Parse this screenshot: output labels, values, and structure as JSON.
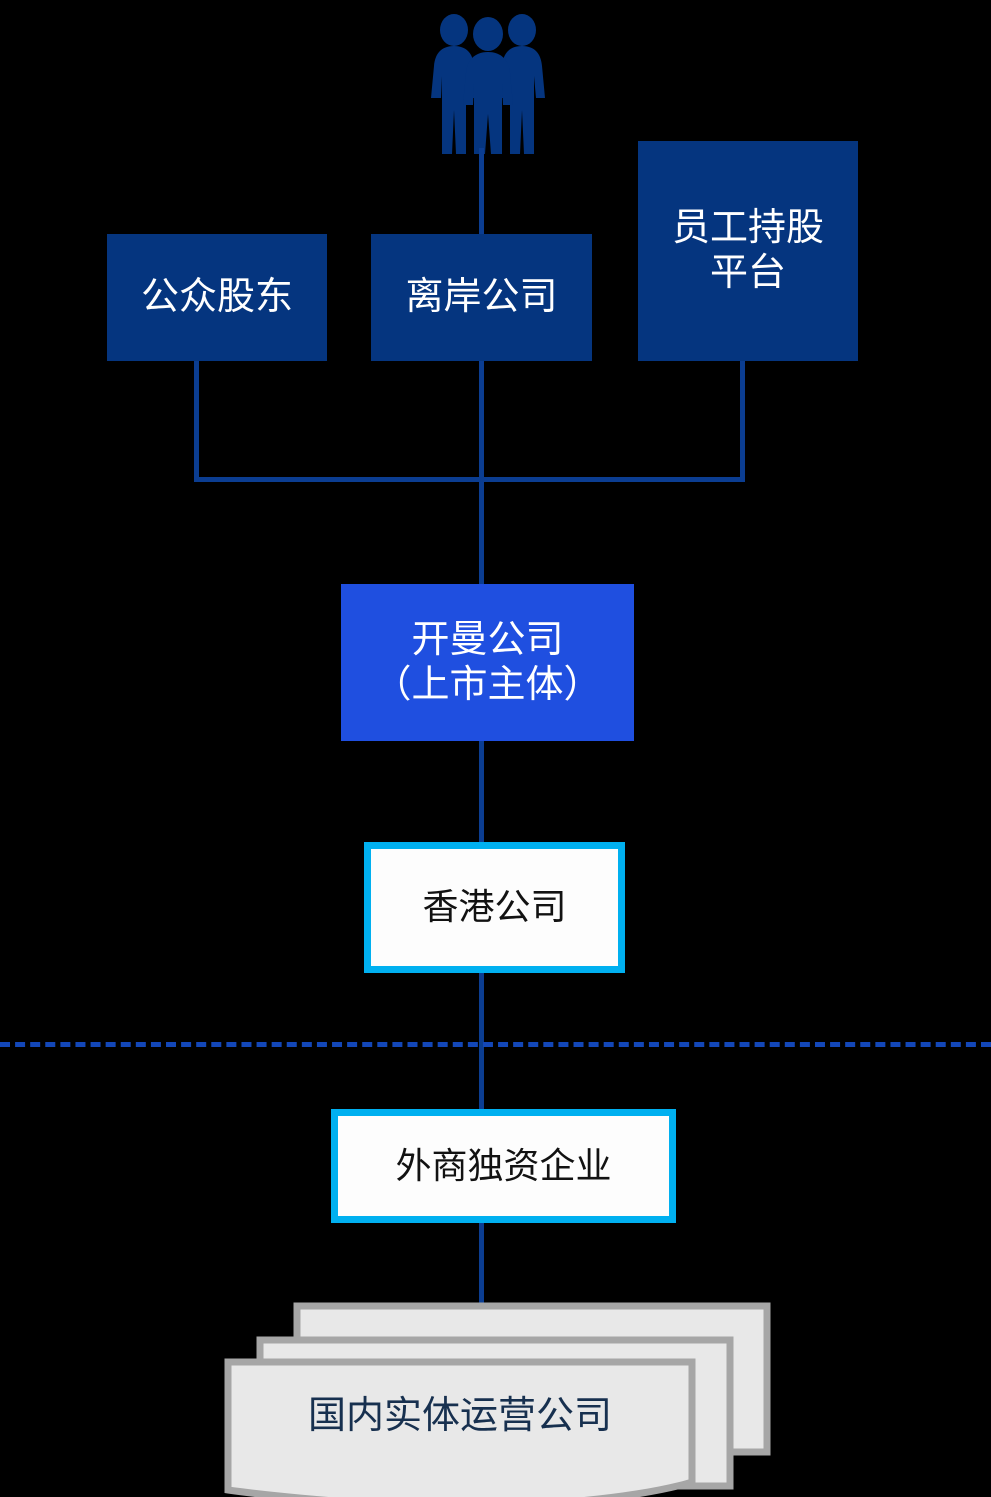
{
  "diagram": {
    "type": "org-structure-vie-chart",
    "colors": {
      "navy_fill": "#05357f",
      "bright_blue_fill": "#1f4fe0",
      "cyan_border": "#00b0f0",
      "connector": "#0b3d91",
      "dashed_divider": "#1347b8",
      "doc_fill": "#e8e8e8",
      "doc_border": "#a6a6a6",
      "doc_text": "#17304f",
      "background": "#000000"
    },
    "icons": {
      "people": "three-people-icon"
    },
    "nodes": [
      {
        "id": "public-shareholders",
        "label": "公众股东",
        "style": "navy"
      },
      {
        "id": "offshore-company",
        "label": "离岸公司",
        "style": "navy"
      },
      {
        "id": "employee-equity-platform",
        "label": "员工持股\n平台",
        "line1": "员工持股",
        "line2": "平台",
        "style": "navy"
      },
      {
        "id": "cayman-company",
        "label": "开曼公司\n（上市主体）",
        "line1": "开曼公司",
        "line2": "（上市主体）",
        "style": "bright"
      },
      {
        "id": "hongkong-company",
        "label": "香港公司",
        "style": "outline"
      },
      {
        "id": "wfoe",
        "label": "外商独资企业",
        "style": "outline"
      },
      {
        "id": "domestic-operating-entity",
        "label": "国内实体运营公司",
        "style": "document-stack"
      }
    ],
    "divider": {
      "style": "dashed",
      "meaning": "offshore-onshore-boundary"
    }
  }
}
